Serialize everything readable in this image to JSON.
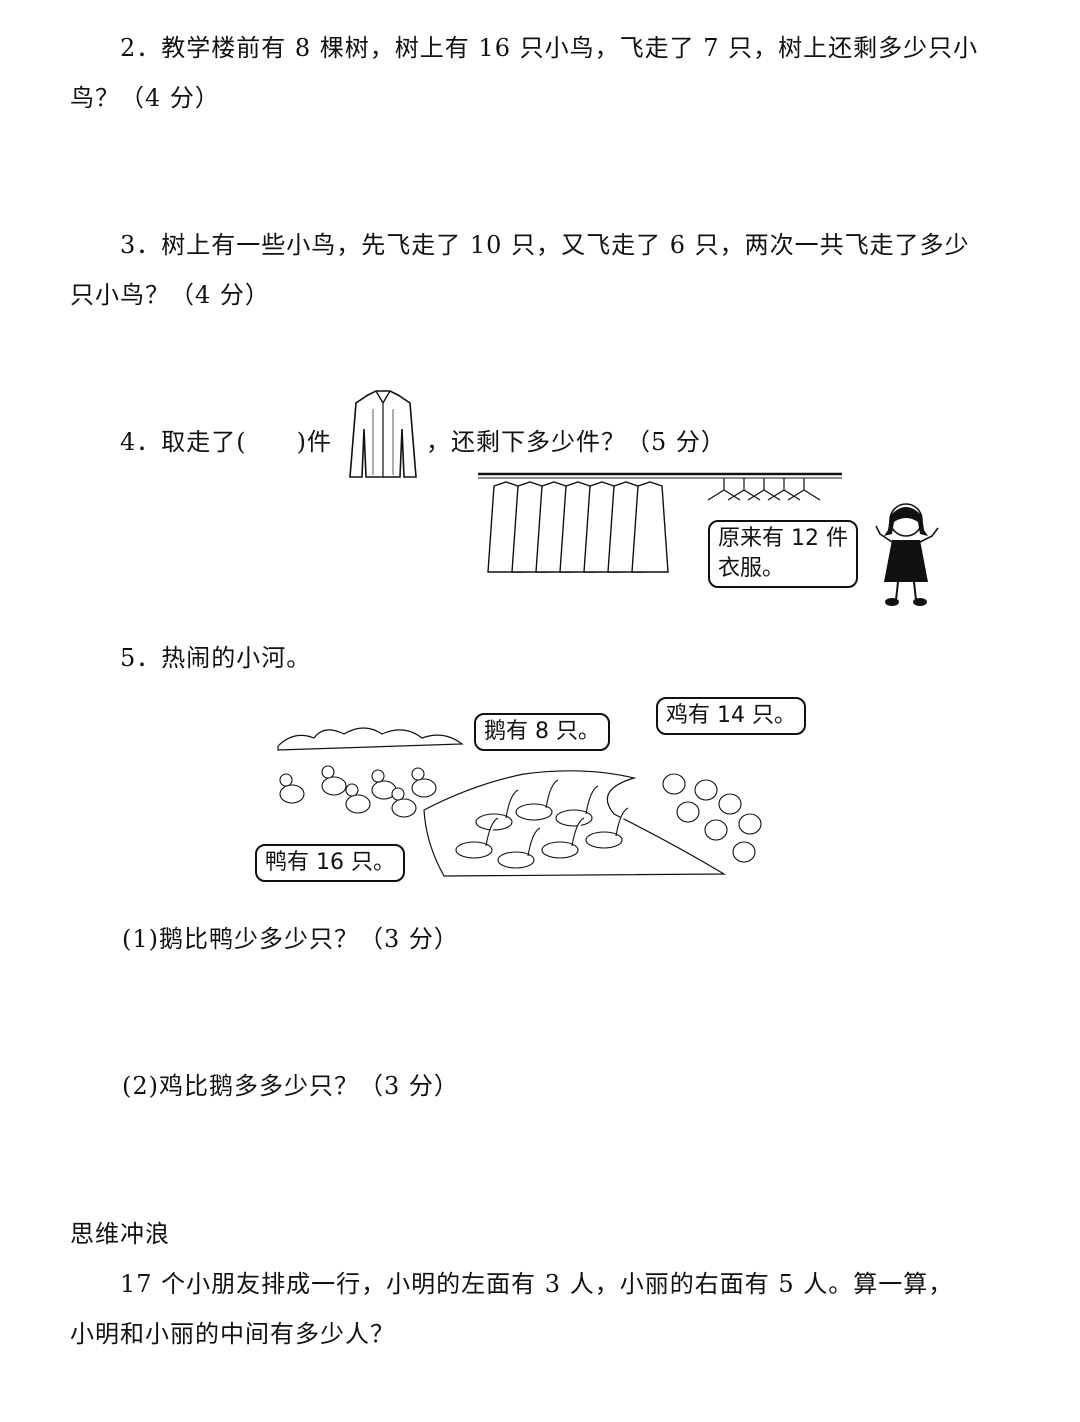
{
  "q2": {
    "line1": "2．教学楼前有 8 棵树，树上有 16 只小鸟，飞走了 7 只，树上还剩多少只小",
    "line2": "鸟？（4 分）"
  },
  "q3": {
    "line1": "3．树上有一些小鸟，先飞走了 10 只，又飞走了 6 只，两次一共飞走了多少",
    "line2": "只小鸟？（4 分）"
  },
  "q4": {
    "part_a": "4．取走了(　　)件",
    "part_b": "，还剩下多少件？（5 分）",
    "bubble_line1": "原来有 12 件",
    "bubble_line2": "衣服。"
  },
  "q5": {
    "title": "5．热闹的小河。",
    "bubble_goose": "鹅有 8 只。",
    "bubble_chicken": "鸡有 14 只。",
    "bubble_duck": "鸭有 16 只。",
    "sub1": "(1)鹅比鸭少多少只？（3 分）",
    "sub2": "(2)鸡比鹅多多少只？（3 分）"
  },
  "thinking": {
    "heading": "思维冲浪",
    "line1": "17 个小朋友排成一行，小明的左面有 3 人，小丽的右面有 5 人。算一算，",
    "line2": "小明和小丽的中间有多少人？"
  }
}
